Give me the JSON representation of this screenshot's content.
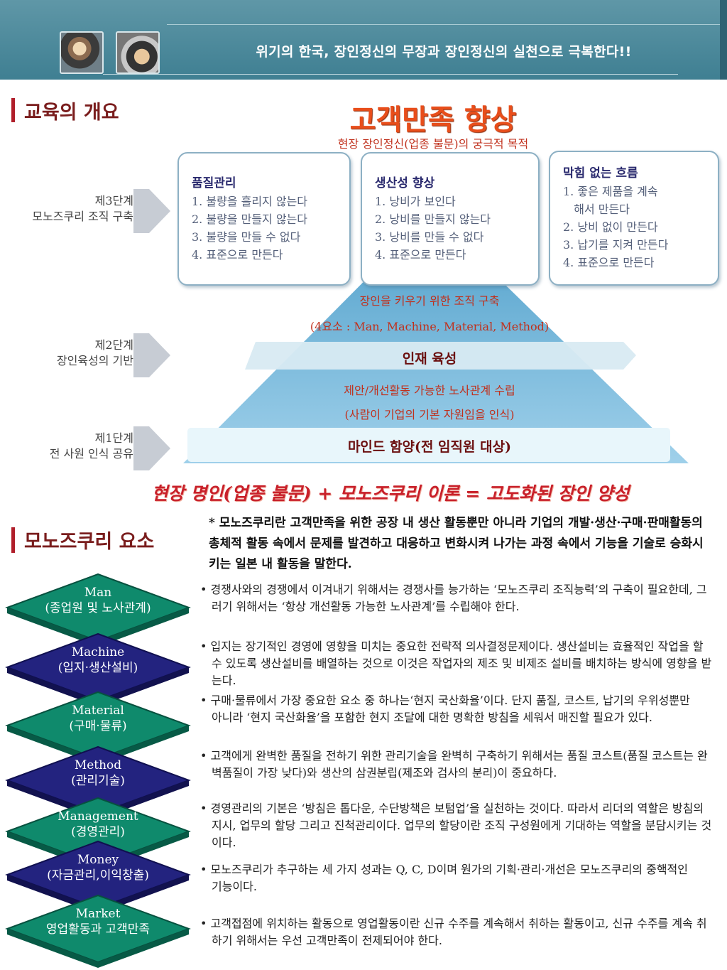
{
  "header": {
    "title": "위기의 한국, 장인정신의 무장과 장인정신의 실천으로 극복한다!!"
  },
  "overview": {
    "section_title": "교육의 개요",
    "main_title": "고객만족 향상",
    "main_subtitle": "현장 장인정신(업종 불문)의 궁극적 목적",
    "boxes": [
      {
        "title": "품질관리",
        "items": [
          "1. 불량을 흘리지 않는다",
          "2. 불량을 만들지 않는다",
          "3. 불량을 만들 수 없다",
          "4. 표준으로 만든다"
        ]
      },
      {
        "title": "생산성 향상",
        "items": [
          "1. 낭비가 보인다",
          "2. 낭비를 만들지 않는다",
          "3. 낭비를 만들 수 없다",
          "4. 표준으로 만든다"
        ]
      },
      {
        "title": "막힘 없는 흐름",
        "items": [
          "1. 좋은 제품을 계속",
          "   해서 만든다",
          "2. 낭비 없이 만든다",
          "3. 납기를 지켜 만든다",
          "4. 표준으로 만든다"
        ]
      }
    ],
    "stages": [
      {
        "line1": "제3단계",
        "line2": "모노즈쿠리 조직 구축"
      },
      {
        "line1": "제2단계",
        "line2": "장인육성의 기반"
      },
      {
        "line1": "제1단계",
        "line2": "전 사원 인식 공유"
      }
    ],
    "pyramid": {
      "top_line1": "장인을 키우기 위한 조직 구축",
      "top_line2": "(4요소 : Man, Machine, Material, Method)",
      "middle_band": "인재 육성",
      "lower_line1": "제안/개선활동 가능한 노사관계 수립",
      "lower_line2": "(사람이 기업의 기본 자원임을 인식)",
      "base_band": "마인드 함양(전 임직원 대상)"
    },
    "formula": "현장 명인(업종 불문) + 모노즈쿠리 이론 = 고도화된 장인 양성"
  },
  "elements": {
    "section_title": "모노즈쿠리 요소",
    "definition": "* 모노즈쿠리란 고객만족을 위한 공장 내 생산 활동뿐만 아니라 기업의 개발·생산·구매·판매활동의 총체적 활동 속에서 문제를 발견하고 대응하고 변화시켜 나가는 과정 속에서 기능을 기술로 승화시키는 일본 내 활동을 말한다.",
    "colors": {
      "green": "#0f8a6c",
      "navy": "#23237f"
    },
    "items": [
      {
        "name": "Man",
        "sub": "(종업원 및 노사관계)",
        "color": "green",
        "text": "• 경쟁사와의 경쟁에서 이겨내기 위해서는 경쟁사를 능가하는 ‘모노즈쿠리 조직능력’의 구축이 필요한데, 그러기 위해서는 ‘항상 개선활동 가능한 노사관계’를 수립해야 한다."
      },
      {
        "name": "Machine",
        "sub": "(입지·생산설비)",
        "color": "navy",
        "text": "• 입지는 장기적인 경영에 영향을 미치는 중요한 전략적 의사결정문제이다. 생산설비는 효율적인 작업을 할 수 있도록 생산설비를 배열하는 것으로 이것은 작업자의 제조 및 비제조 설비를 배치하는 방식에 영향을 받는다."
      },
      {
        "name": "Material",
        "sub": "(구매·물류)",
        "color": "green",
        "text": "• 구매·물류에서 가장 중요한 요소 중 하나는‘현지 국산화율’이다. 단지 품질, 코스트, 납기의 우위성뿐만 아니라 ‘현지 국산화율’을 포함한 현지 조달에 대한 명확한 방침을 세워서 매진할 필요가 있다."
      },
      {
        "name": "Method",
        "sub": "(관리기술)",
        "color": "navy",
        "text": "• 고객에게 완벽한 품질을 전하기 위한 관리기술을 완벽히 구축하기 위해서는 품질 코스트(품질 코스트는 완벽품질이 가장 낮다)와 생산의 삼권분립(제조와 검사의 분리)이 중요하다."
      },
      {
        "name": "Management",
        "sub": "(경영관리)",
        "color": "green",
        "text": "• 경영관리의 기본은 ‘방침은 톱다운, 수단방책은 보텀업’을 실천하는 것이다. 따라서 리더의 역할은 방침의 지시, 업무의 할당 그리고 진척관리이다. 업무의 할당이란 조직 구성원에게 기대하는 역할을 분담시키는 것이다."
      },
      {
        "name": "Money",
        "sub": "(자금관리,이익창출)",
        "color": "navy",
        "text": "• 모노즈쿠리가 추구하는 세 가지 성과는 Q, C, D이며 원가의 기획·관리·개선은 모노즈쿠리의 중핵적인 기능이다."
      },
      {
        "name": "Market",
        "sub": "영업활동과 고객만족",
        "color": "green",
        "text": "• 고객접점에 위치하는 활동으로 영업활동이란 신규 수주를 계속해서 취하는 활동이고, 신규 수주를 계속 취하기 위해서는 우선 고객만족이 전제되어야 한다."
      }
    ]
  }
}
